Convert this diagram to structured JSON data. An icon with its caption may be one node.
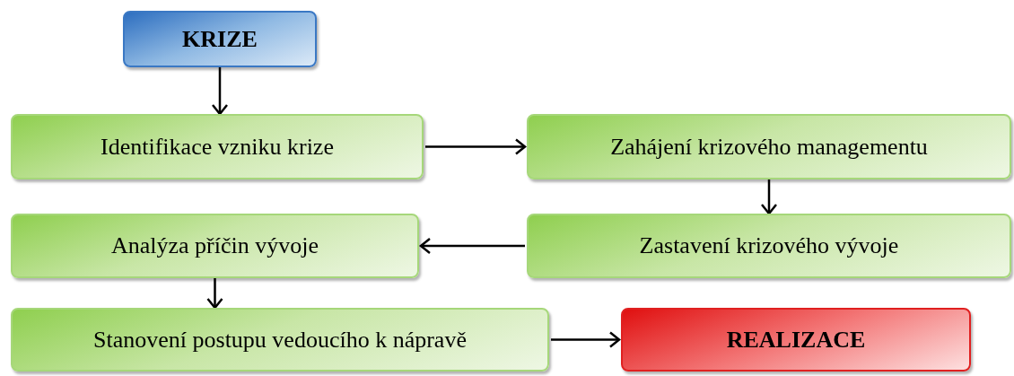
{
  "diagram": {
    "nodes": [
      {
        "text": [
          "KRIZE"
        ]
      },
      {
        "text": [
          "Identifikace vzniku krize"
        ]
      },
      {
        "text": [
          "Zahájení krizového managementu"
        ]
      },
      {
        "text": [
          "Analýza příčin vývoje"
        ]
      },
      {
        "text": [
          "Zastavení krizového vývoje"
        ]
      },
      {
        "text": [
          "Stanovení postupu vedoucího k nápravě"
        ]
      },
      {
        "text": [
          "REALIZACE"
        ]
      }
    ],
    "edges": [
      {
        "from": 0,
        "to": 1,
        "arrow": "to"
      },
      {
        "from": 1,
        "to": 2,
        "arrow": "to"
      },
      {
        "from": 2,
        "to": 4,
        "arrow": "to"
      },
      {
        "from": 4,
        "to": 3,
        "arrow": "to"
      },
      {
        "from": 3,
        "to": 5,
        "arrow": "to"
      },
      {
        "from": 5,
        "to": 6,
        "arrow": "to"
      }
    ]
  }
}
